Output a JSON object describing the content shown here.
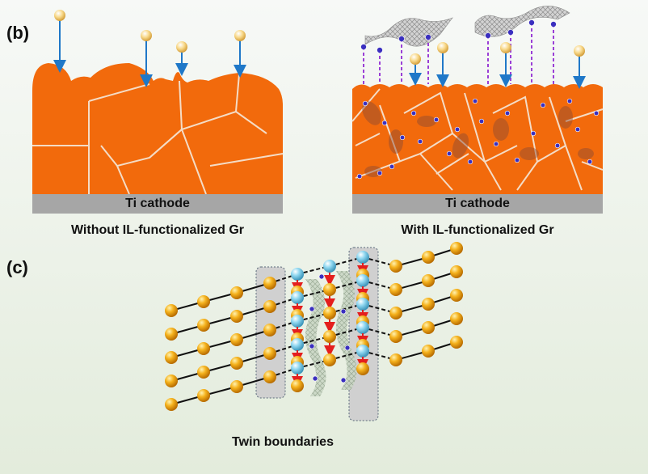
{
  "panels": {
    "b": {
      "label": "(b)",
      "left_caption": "Without IL-functionalized Gr",
      "right_caption": "With IL-functionalized Gr",
      "cathode_label": "Ti cathode"
    },
    "c": {
      "label": "(c)",
      "caption": "Twin boundaries"
    }
  },
  "colors": {
    "deposit": "#f26a0c",
    "grain_boundary": "#f4dcc6",
    "cathode": "#a6a6a6",
    "arrow_blue": "#1f78c8",
    "arrow_red": "#e41e1e",
    "atom_orange": "#f2a60f",
    "atom_blue": "#7fd0ee",
    "graphene": "#bdbdbd",
    "il_tether": "#9a3fd6",
    "il_ring": "#3a2fbf"
  }
}
